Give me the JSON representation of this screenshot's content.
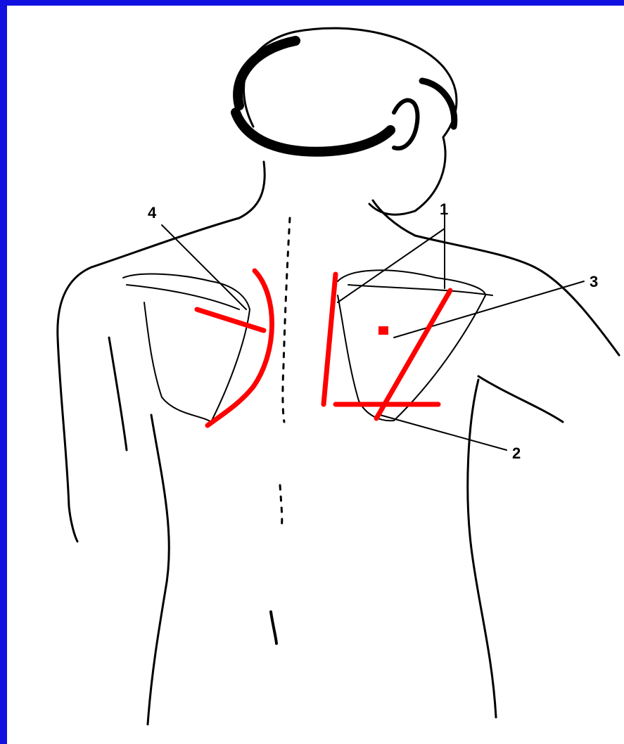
{
  "diagram": {
    "labels": {
      "one": "1",
      "two": "2",
      "three": "3",
      "four": "4"
    },
    "colors": {
      "background_border": "#1010e0",
      "sketch": "#000000",
      "markings": "#ff0000"
    }
  }
}
